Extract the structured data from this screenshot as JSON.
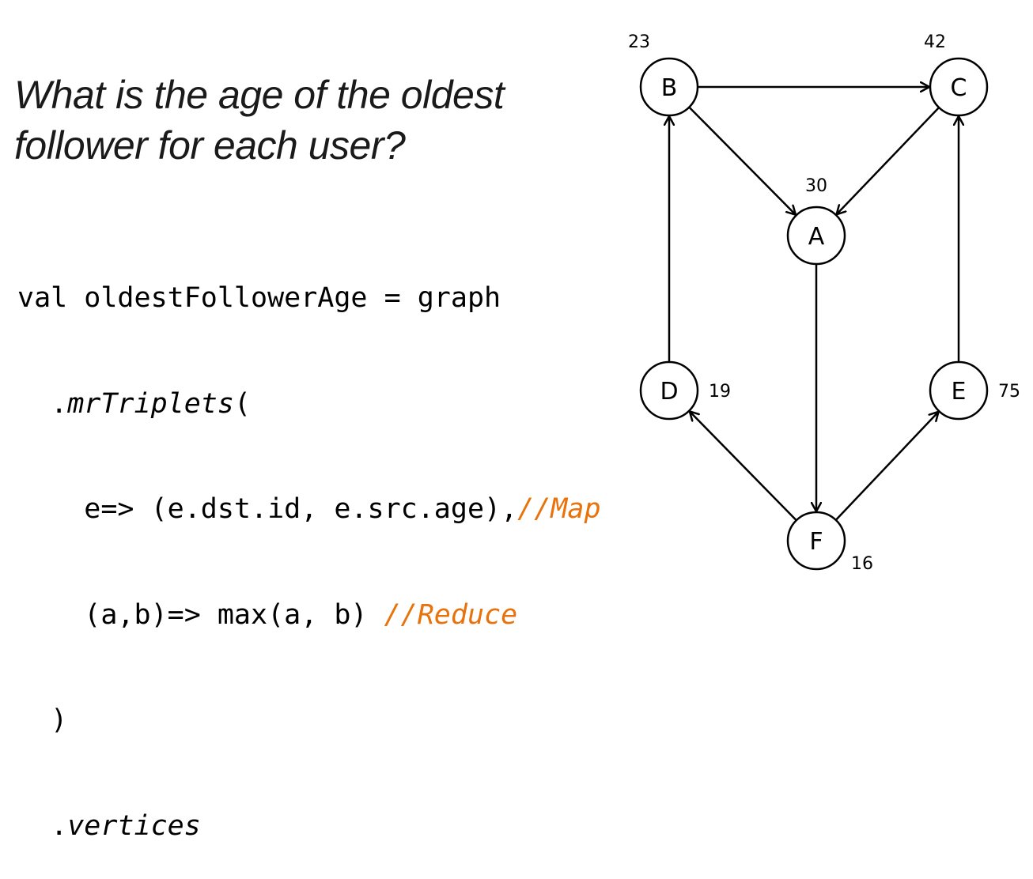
{
  "title": {
    "line1": "What is the age of the oldest",
    "line2": "follower for each user?"
  },
  "code": {
    "line1": "val oldestFollowerAge = graph",
    "line2_dot": "  .",
    "line2_method": "mrTriplets",
    "line2_paren": "(",
    "line3_code": "    e=> (e.dst.id, e.src.age),",
    "line3_comment": "//Map",
    "line4_code": "    (a,b)=> max(a, b) ",
    "line4_comment": "//Reduce",
    "line5": "  )",
    "line6_dot": "  .",
    "line6_prop": "vertices"
  },
  "graph": {
    "nodes": [
      {
        "id": "B",
        "age": "23"
      },
      {
        "id": "C",
        "age": "42"
      },
      {
        "id": "A",
        "age": "30"
      },
      {
        "id": "D",
        "age": "19"
      },
      {
        "id": "E",
        "age": "75"
      },
      {
        "id": "F",
        "age": "16"
      }
    ],
    "edges": [
      {
        "from": "B",
        "to": "C"
      },
      {
        "from": "B",
        "to": "A"
      },
      {
        "from": "C",
        "to": "A"
      },
      {
        "from": "D",
        "to": "B"
      },
      {
        "from": "E",
        "to": "C"
      },
      {
        "from": "A",
        "to": "F"
      },
      {
        "from": "F",
        "to": "D"
      },
      {
        "from": "F",
        "to": "E"
      }
    ]
  }
}
